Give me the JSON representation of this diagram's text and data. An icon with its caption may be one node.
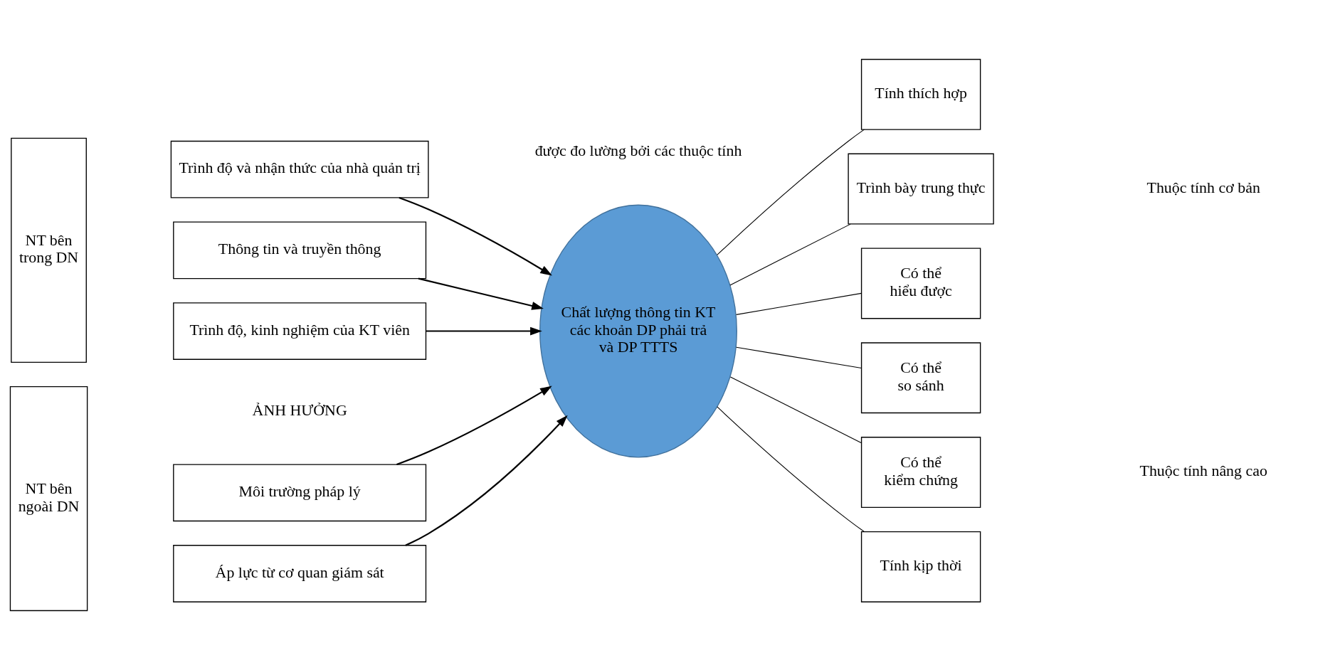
{
  "diagram": {
    "nodes": [
      {
        "text": [
          "NT bên trong DN"
        ]
      },
      {
        "text": [
          "Trình độ và nhận thức của nhà quản trị"
        ]
      },
      {
        "text": [
          "Thông tin và truyền thông"
        ]
      },
      {
        "text": [
          "Trình độ, kinh nghiệm của KT viên"
        ]
      },
      {
        "text": [
          "NT bên ngoài DN"
        ]
      },
      {
        "text": [
          "Môi trường pháp lý"
        ]
      },
      {
        "text": [
          "Áp lực từ cơ quan giám sát"
        ]
      },
      {
        "text": [
          "Chất lượng thông tin KT các khoản DP phải trả và DP TTTS"
        ]
      },
      {
        "text": [
          "Tính thích hợp"
        ]
      },
      {
        "text": [
          "Trình bày trung thực"
        ]
      },
      {
        "text": [
          "Có thể hiểu được"
        ]
      },
      {
        "text": [
          "Có thể so sánh"
        ]
      },
      {
        "text": [
          "Có thể kiểm chứng"
        ]
      },
      {
        "text": [
          "Tính kịp thời"
        ]
      }
    ],
    "edges": [
      {
        "from": 1,
        "to": 7,
        "arrow": "to"
      },
      {
        "from": 2,
        "to": 7,
        "arrow": "to"
      },
      {
        "from": 3,
        "to": 7,
        "arrow": "to"
      },
      {
        "from": 5,
        "to": 7,
        "arrow": "to"
      },
      {
        "from": 6,
        "to": 7,
        "arrow": "to"
      },
      {
        "from": 7,
        "to": 8,
        "arrow": "none"
      },
      {
        "from": 7,
        "to": 9,
        "arrow": "none"
      },
      {
        "from": 7,
        "to": 10,
        "arrow": "none"
      },
      {
        "from": 7,
        "to": 11,
        "arrow": "none"
      },
      {
        "from": 7,
        "to": 12,
        "arrow": "none"
      },
      {
        "from": 7,
        "to": 13,
        "arrow": "none"
      }
    ],
    "labels": [
      "được đo lường bởi các thuộc tính",
      "Thuộc tính cơ bản",
      "ẢNH HƯỞNG",
      "Thuộc tính nâng cao"
    ]
  }
}
